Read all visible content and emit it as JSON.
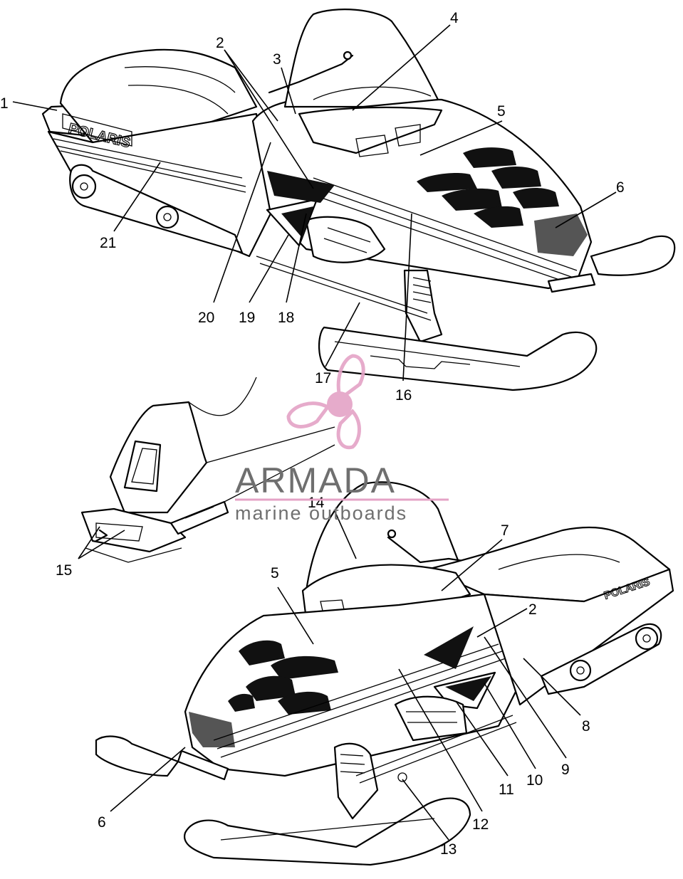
{
  "diagram": {
    "callouts": [
      {
        "id": "1",
        "label": "1"
      },
      {
        "id": "2a",
        "label": "2"
      },
      {
        "id": "3",
        "label": "3"
      },
      {
        "id": "4",
        "label": "4"
      },
      {
        "id": "5a",
        "label": "5"
      },
      {
        "id": "6a",
        "label": "6"
      },
      {
        "id": "21",
        "label": "21"
      },
      {
        "id": "20",
        "label": "20"
      },
      {
        "id": "19",
        "label": "19"
      },
      {
        "id": "18",
        "label": "18"
      },
      {
        "id": "17",
        "label": "17"
      },
      {
        "id": "16",
        "label": "16"
      },
      {
        "id": "14",
        "label": "14"
      },
      {
        "id": "15",
        "label": "15"
      },
      {
        "id": "7",
        "label": "7"
      },
      {
        "id": "5b",
        "label": "5"
      },
      {
        "id": "2b",
        "label": "2"
      },
      {
        "id": "8",
        "label": "8"
      },
      {
        "id": "9",
        "label": "9"
      },
      {
        "id": "10",
        "label": "10"
      },
      {
        "id": "11",
        "label": "11"
      },
      {
        "id": "12",
        "label": "12"
      },
      {
        "id": "13",
        "label": "13"
      },
      {
        "id": "6b",
        "label": "6"
      }
    ],
    "decals": {
      "brand_top": "POLARIS",
      "brand_bottom": "POLARIS"
    }
  },
  "watermark": {
    "title": "ARMADA",
    "subtitle": "marine outboards",
    "logo_color": "#e4a3c6",
    "text_color": "#6f6f6f"
  }
}
